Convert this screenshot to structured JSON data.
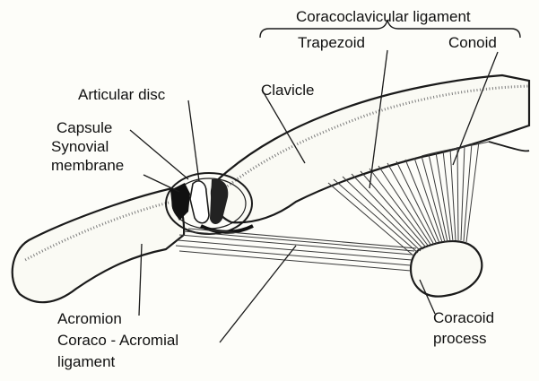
{
  "labels": {
    "coracoclavicular": "Coracoclavicular ligament",
    "trapezoid": "Trapezoid",
    "conoid": "Conoid",
    "articular_disc": "Articular disc",
    "clavicle": "Clavicle",
    "capsule": "Capsule",
    "synovial": "Synovial",
    "membrane": "membrane",
    "acromion": "Acromion",
    "coraco_acromial": "Coraco - Acromial",
    "ligament": "ligament",
    "coracoid": "Coracoid",
    "process": "process"
  }
}
